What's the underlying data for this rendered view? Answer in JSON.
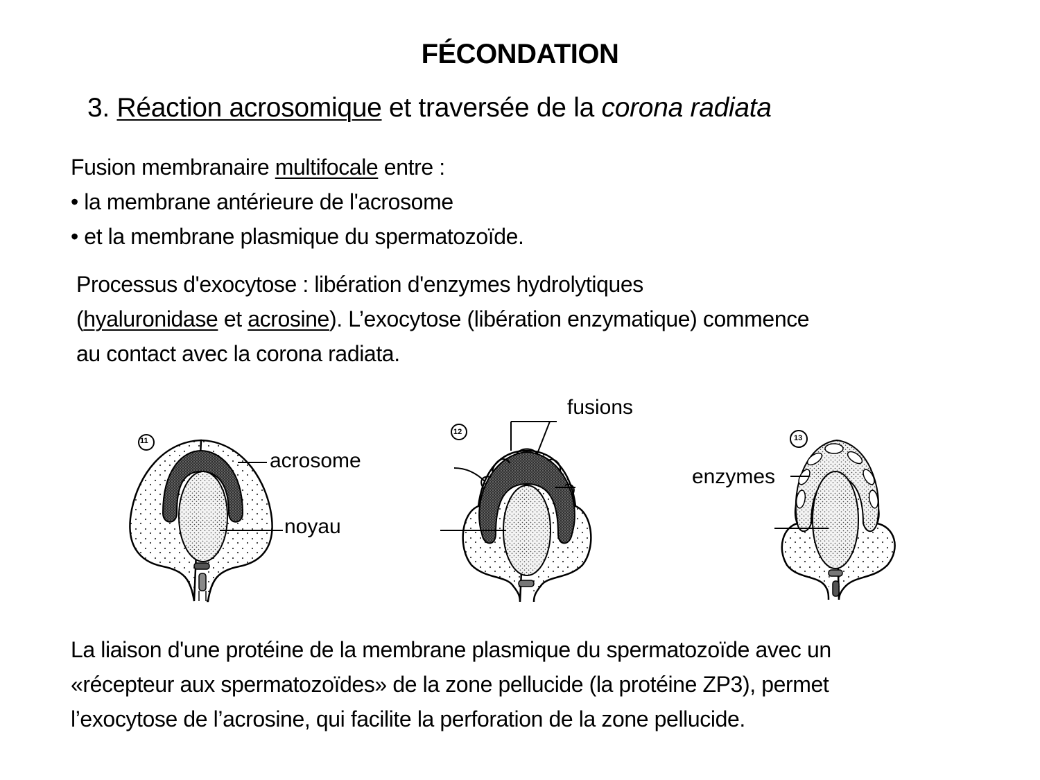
{
  "slide": {
    "title": "FÉCONDATION",
    "subtitle": {
      "number": "3. ",
      "underlined": "Réaction acrosomique",
      "middle": " et traversée de la ",
      "italic": "corona radiata"
    },
    "fusion_block": {
      "intro_before": "Fusion membranaire ",
      "intro_underlined": "multifocale",
      "intro_after": " entre :",
      "bullets": [
        "• la membrane antérieure de l'acrosome",
        "• et la membrane plasmique du spermatozoïde."
      ]
    },
    "exocytose_block": {
      "line1": "Processus d'exocytose : libération d'enzymes hydrolytiques",
      "line2_open": "(",
      "line2_u1": "hyaluronidase",
      "line2_mid": " et ",
      "line2_u2": "acrosine",
      "line2_rest": "). L’exocytose (libération enzymatique) commence",
      "line3": "au contact avec la corona radiata."
    },
    "figures": [
      {
        "number": "11",
        "labels": [
          "acrosome",
          "noyau"
        ]
      },
      {
        "number": "12",
        "labels": [
          "fusions"
        ]
      },
      {
        "number": "13",
        "labels": [
          "enzymes"
        ]
      }
    ],
    "conclusion": [
      "La liaison d'une protéine de la membrane plasmique du spermatozoïde avec un",
      "«récepteur aux spermatozoïdes» de la zone pellucide (la protéine ZP3), permet",
      "l’exocytose de l’acrosine, qui facilite la perforation de la zone pellucide."
    ]
  }
}
